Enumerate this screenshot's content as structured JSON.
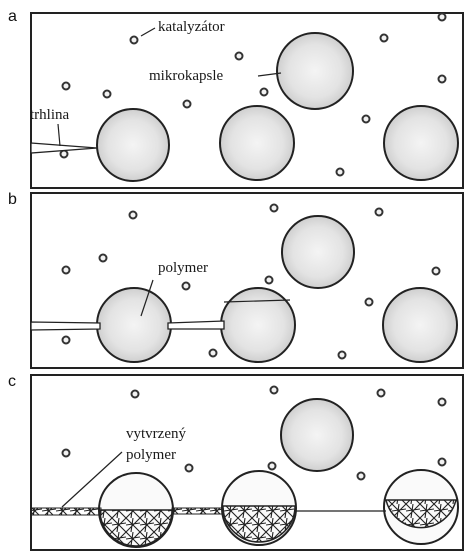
{
  "panels": [
    {
      "letter": "a",
      "labels": {
        "catalyst": "katalyzátor",
        "capsule": "mikrokapsle",
        "crack": "trhlina"
      }
    },
    {
      "letter": "b",
      "labels": {
        "polymer": "polymer"
      }
    },
    {
      "letter": "c",
      "labels": {
        "cured_line1": "vytvrzený",
        "cured_line2": "polymer"
      }
    }
  ]
}
